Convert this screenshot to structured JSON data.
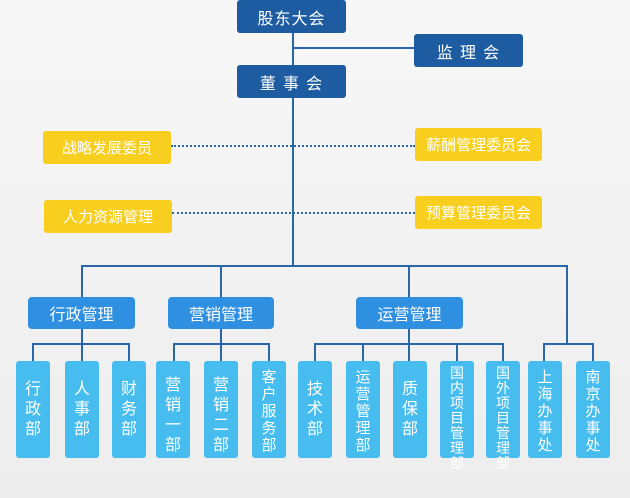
{
  "top": {
    "shareholders": "股东大会",
    "supervisors": "监 理 会",
    "board": "董 事 会"
  },
  "committees": {
    "strategy": "战略发展委员",
    "compensation": "薪酬管理委员会",
    "hr": "人力资源管理",
    "budget": "预算管理委员会"
  },
  "divisions": {
    "admin": "行政管理",
    "marketing": "营销管理",
    "operations": "运营管理"
  },
  "departments": {
    "admin": "行\n政\n部",
    "personnel": "人\n事\n部",
    "finance": "财\n务\n部",
    "sales1": "营\n销\n一\n部",
    "sales2": "营\n销\n二\n部",
    "customer_service": "客\n户\n服\n务\n部",
    "tech": "技\n术\n部",
    "ops_mgmt": "运\n营\n管\n理\n部",
    "qa": "质\n保\n部",
    "domestic": "国\n内\n项\n目\n管\n理\n部",
    "overseas": "国\n外\n项\n目\n管\n理\n部",
    "shanghai": "上\n海\n办\n事\n处",
    "nanjing": "南\n京\n办\n事\n处"
  },
  "colors": {
    "dark_blue": "#1d5ca1",
    "mid_blue": "#2f8fe0",
    "light_blue": "#46bdee",
    "yellow": "#f8ce1f"
  }
}
